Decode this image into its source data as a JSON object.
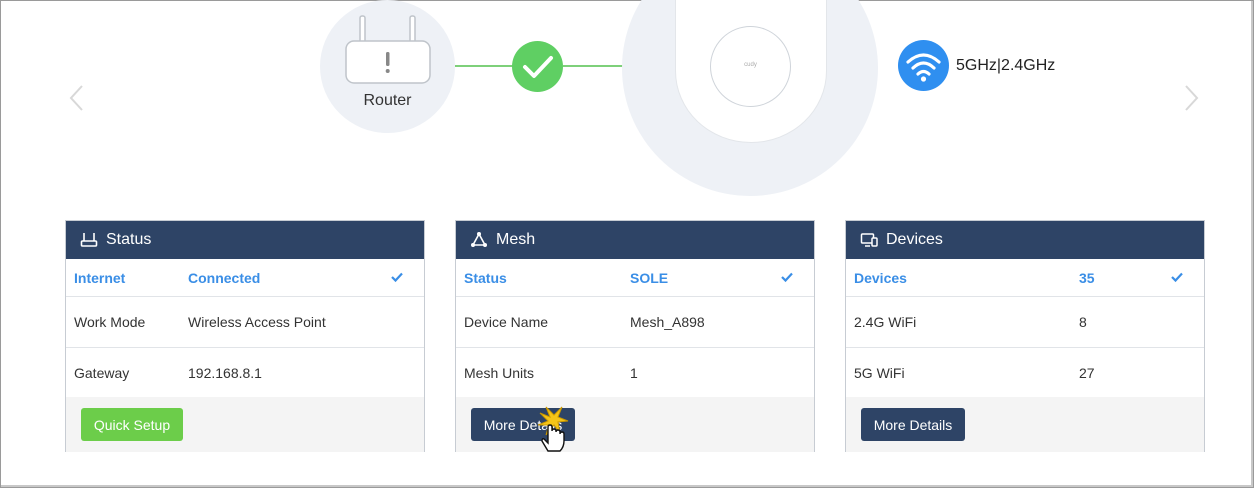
{
  "topology": {
    "router_label": "Router",
    "ap_logo": "cudy",
    "band_label": "5GHz|2.4GHz",
    "colors": {
      "link": "#7ed07a",
      "check": "#5fcf63",
      "wifi": "#2f8ff0"
    }
  },
  "cards": {
    "status": {
      "title": "Status",
      "rows": [
        {
          "key": "Internet",
          "value": "Connected"
        },
        {
          "key": "Work Mode",
          "value": "Wireless Access Point"
        },
        {
          "key": "Gateway",
          "value": "192.168.8.1"
        }
      ],
      "button": "Quick Setup"
    },
    "mesh": {
      "title": "Mesh",
      "rows": [
        {
          "key": "Status",
          "value": "SOLE"
        },
        {
          "key": "Device Name",
          "value": "Mesh_A898"
        },
        {
          "key": "Mesh Units",
          "value": "1"
        }
      ],
      "button": "More Details"
    },
    "devices": {
      "title": "Devices",
      "rows": [
        {
          "key": "Devices",
          "value": "35"
        },
        {
          "key": "2.4G WiFi",
          "value": "8"
        },
        {
          "key": "5G WiFi",
          "value": "27"
        }
      ],
      "button": "More Details"
    }
  },
  "theme": {
    "header": "#2e4466",
    "accent": "#3a8ee6",
    "green_button": "#6ccd4a"
  }
}
